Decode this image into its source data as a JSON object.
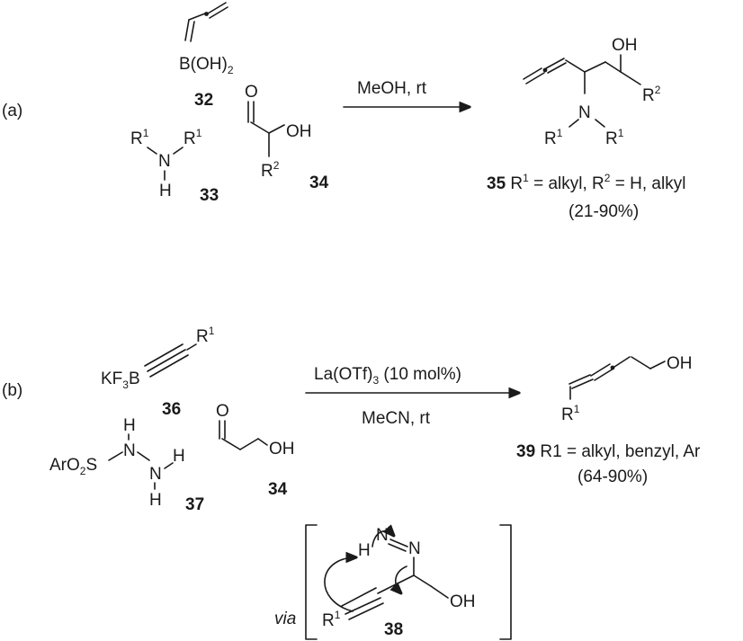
{
  "part_a": {
    "label": "(a)",
    "reagent_32": {
      "group": "B(OH)",
      "sub": "2",
      "number": "32"
    },
    "amine_33": {
      "r1": "R",
      "sup1": "1",
      "n": "N",
      "r1b": "R",
      "sup1b": "1",
      "h": "H",
      "number": "33"
    },
    "aldehyde_34": {
      "o": "O",
      "oh": "OH",
      "r": "R",
      "sup": "2",
      "number": "34"
    },
    "conditions": "MeOH, rt",
    "product_35": {
      "oh": "OH",
      "r2": "R",
      "sup2": "2",
      "n": "N",
      "r1a": "R",
      "sup1a": "1",
      "r1b": "R",
      "sup1b": "1",
      "number": "35",
      "desc": [
        " R",
        "1",
        " = alkyl, R",
        "2",
        " = H, alkyl"
      ],
      "yield": "(21-90%)"
    }
  },
  "part_b": {
    "label": "(b)",
    "reagent_36": {
      "kf": "KF",
      "sub3": "3",
      "b": "B",
      "r": "R",
      "sup": "1",
      "number": "36"
    },
    "hydrazide_37": {
      "aro": "ArO",
      "sub2": "2",
      "s": "S",
      "h1": "H",
      "n1": "N",
      "n2": "N",
      "h2": "H",
      "h3": "H",
      "number": "37"
    },
    "aldehyde_34": {
      "o": "O",
      "oh": "OH",
      "number": "34"
    },
    "conditions_top": [
      "La(OTf)",
      "3",
      " (10 mol%)"
    ],
    "conditions_bottom": "MeCN, rt",
    "product_39": {
      "oh": "OH",
      "r": "R",
      "sup": "1",
      "number": "39",
      "desc": " R1 = alkyl, benzyl, Ar",
      "yield": "(64-90%)"
    },
    "intermediate_38": {
      "via": "via",
      "h": "H",
      "n1": "N",
      "n2": "N",
      "oh": "OH",
      "r": "R",
      "sup": "1",
      "number": "38"
    }
  }
}
